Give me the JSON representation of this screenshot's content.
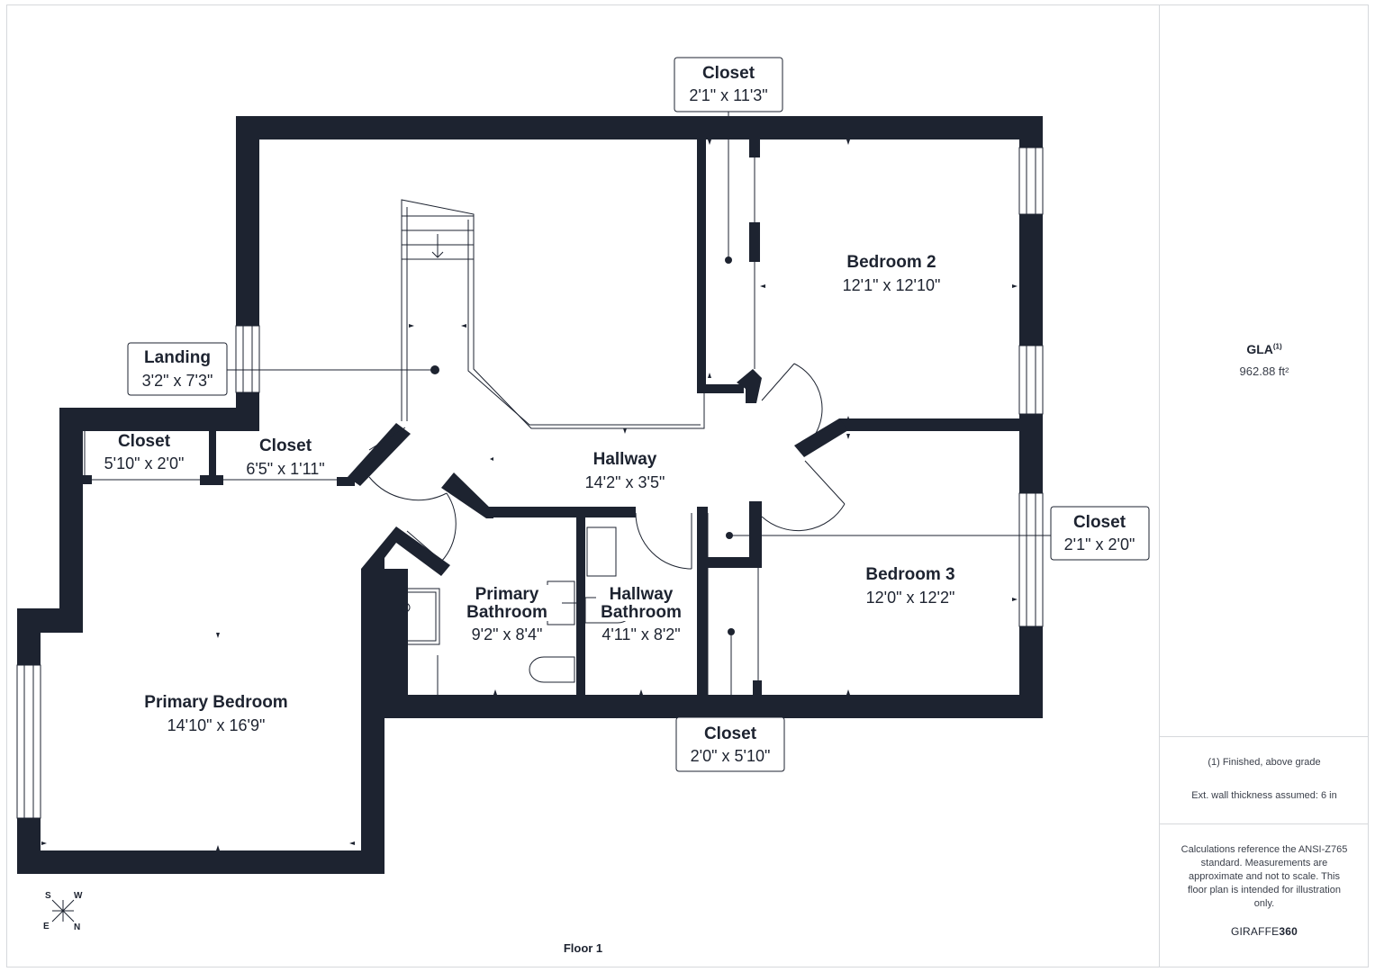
{
  "rooms": {
    "bedroom2": {
      "name": "Bedroom 2",
      "dim": "12'1\" x 12'10\""
    },
    "bedroom3": {
      "name": "Bedroom 3",
      "dim": "12'0\" x 12'2\""
    },
    "hallway": {
      "name": "Hallway",
      "dim": "14'2\" x 3'5\""
    },
    "primary_bedroom": {
      "name": "Primary Bedroom",
      "dim": "14'10\" x 16'9\""
    },
    "primary_bathroom": {
      "name_line1": "Primary",
      "name_line2": "Bathroom",
      "dim": "9'2\" x 8'4\""
    },
    "hallway_bathroom": {
      "name_line1": "Hallway",
      "name_line2": "Bathroom",
      "dim": "4'11\" x 8'2\""
    },
    "closet_left": {
      "name": "Closet",
      "dim": "5'10\" x 2'0\""
    },
    "closet_mid": {
      "name": "Closet",
      "dim": "6'5\" x 1'11\""
    }
  },
  "callouts": {
    "closet_top": {
      "name": "Closet",
      "dim": "2'1\" x 11'3\""
    },
    "landing": {
      "name": "Landing",
      "dim": "3'2\" x 7'3\""
    },
    "closet_right": {
      "name": "Closet",
      "dim": "2'1\" x 2'0\""
    },
    "closet_bottom": {
      "name": "Closet",
      "dim": "2'0\" x 5'10\""
    }
  },
  "compass": {
    "s": "S",
    "w": "W",
    "e": "E",
    "n": "N"
  },
  "floor_label": "Floor 1",
  "side_panel": {
    "gla_title": "GLA",
    "gla_sup": "(1)",
    "gla_value": "962.88 ft²",
    "note1": "(1) Finished, above grade",
    "note2": "Ext. wall thickness assumed: 6 in",
    "disclaimer": "Calculations reference the ANSI-Z765 standard. Measurements are approximate and not to scale. This floor plan is intended for illustration only.",
    "brand_light": "GIRAFFE",
    "brand_bold": "360"
  },
  "colors": {
    "wall": "#1d2330",
    "line": "#1d2330",
    "background": "#ffffff",
    "divider": "#d6d8dc"
  }
}
